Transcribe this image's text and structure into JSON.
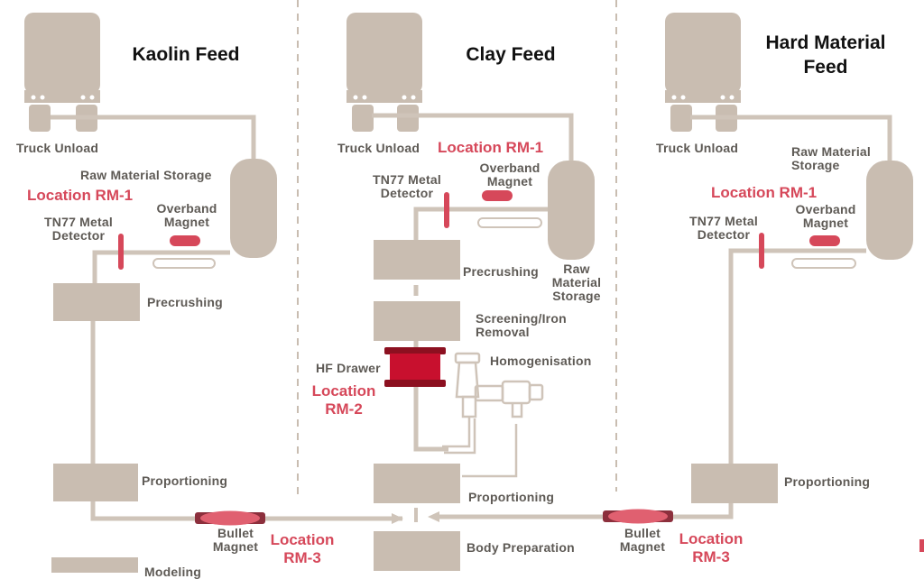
{
  "columns": {
    "kaolin": {
      "title": "Kaolin Feed",
      "truck_unload": "Truck Unload",
      "raw_storage": "Raw Material Storage",
      "location_rm1": "Location RM-1",
      "metal_detector": [
        "TN77 Metal",
        "Detector"
      ],
      "overband_magnet": [
        "Overband",
        "Magnet"
      ],
      "precrushing": "Precrushing",
      "proportioning": "Proportioning",
      "next_step_partial": "Modeling"
    },
    "clay": {
      "title": "Clay Feed",
      "truck_unload": "Truck Unload",
      "location_rm1": "Location RM-1",
      "metal_detector": [
        "TN77 Metal",
        "Detector"
      ],
      "overband_magnet": [
        "Overband",
        "Magnet"
      ],
      "precrushing": "Precrushing",
      "raw_storage": [
        "Raw",
        "Material",
        "Storage"
      ],
      "screening": [
        "Screening/Iron",
        "Removal"
      ],
      "homogenisation": "Homogenisation",
      "hf_drawer": "HF Drawer",
      "location_rm2": [
        "Location",
        "RM-2"
      ],
      "proportioning": "Proportioning",
      "body_preparation": "Body Preparation"
    },
    "hard": {
      "title": [
        "Hard Material",
        "Feed"
      ],
      "truck_unload": "Truck Unload",
      "raw_storage": [
        "Raw Material",
        "Storage"
      ],
      "location_rm1": "Location RM-1",
      "metal_detector": [
        "TN77 Metal",
        "Detector"
      ],
      "overband_magnet": [
        "Overband",
        "Magnet"
      ],
      "proportioning": "Proportioning"
    }
  },
  "bottom": {
    "bullet_magnet_left": [
      "Bullet",
      "Magnet"
    ],
    "location_rm3_left": [
      "Location",
      "RM-3"
    ],
    "bullet_magnet_right": [
      "Bullet",
      "Magnet"
    ],
    "location_rm3_right": [
      "Location",
      "RM-3"
    ]
  },
  "colors": {
    "equipment_gray": "#c9bdb1",
    "line_gray": "#cfc4b9",
    "accent_red": "#d6485a",
    "dark_red": "#c8102e",
    "text_gray": "#5e5a55"
  }
}
